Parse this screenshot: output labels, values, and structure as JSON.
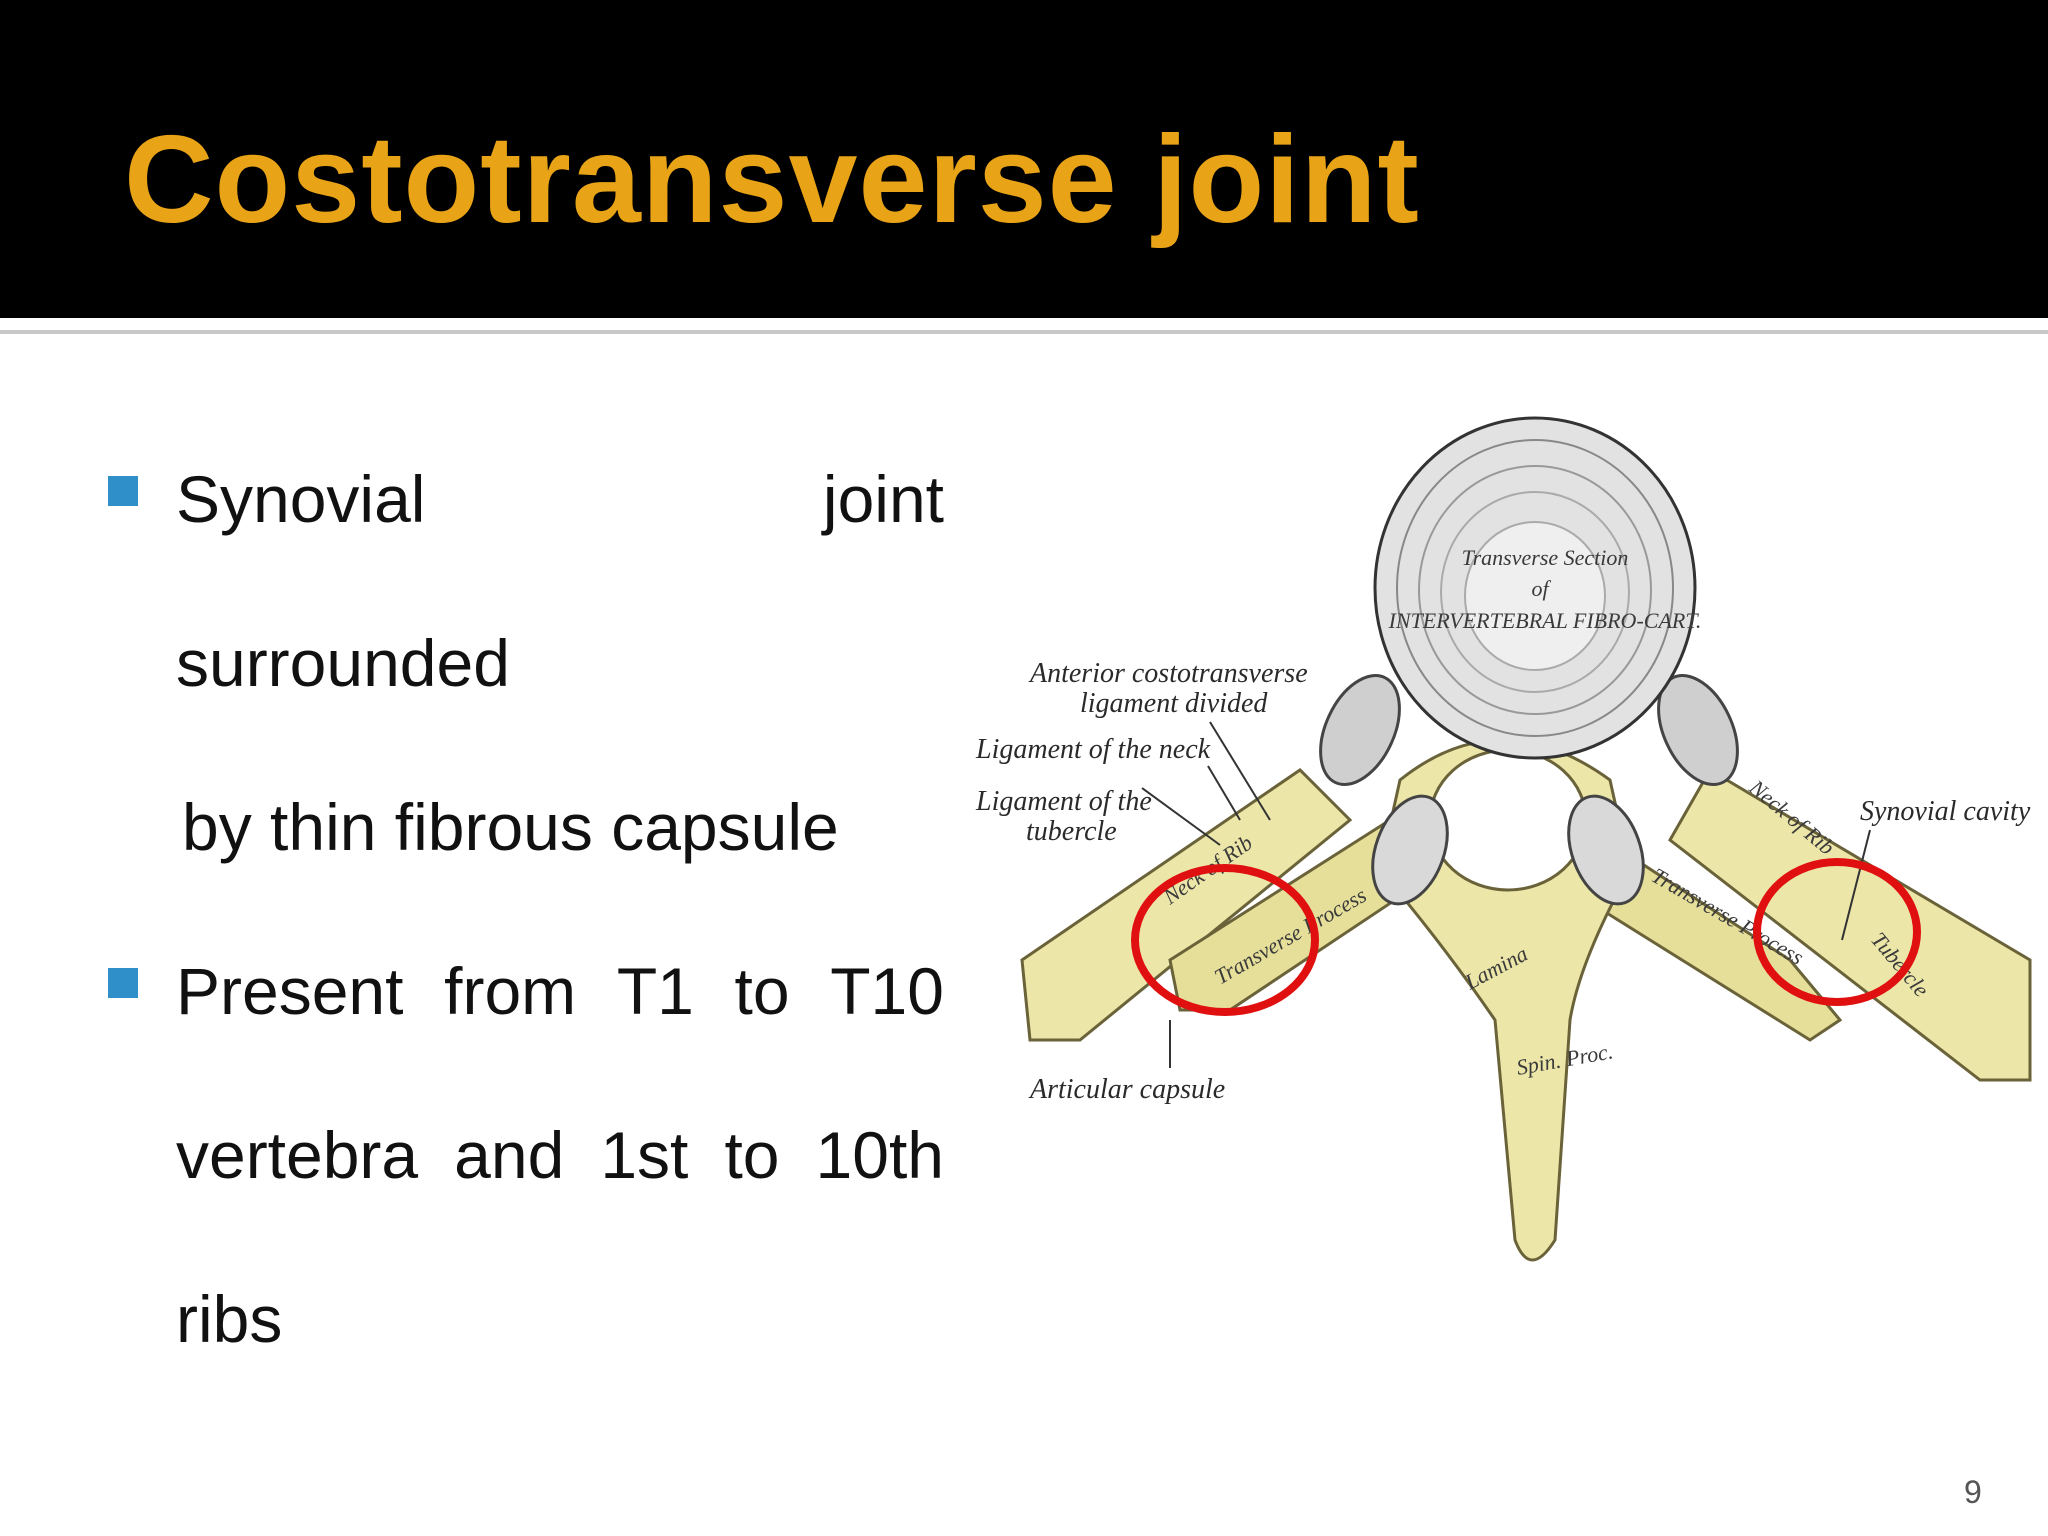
{
  "slide": {
    "title": "Costotransverse joint",
    "page_number": "9",
    "colors": {
      "title": "#e8a317",
      "header_bg": "#000000",
      "bullet": "#2f8fc8",
      "circle": "#e01010",
      "bone": "#ece6a8"
    }
  },
  "bullets": [
    {
      "lines": [
        {
          "words": [
            "Synovial",
            "joint"
          ]
        },
        {
          "text": "surrounded"
        },
        {
          "text": "by thin fibrous capsule"
        }
      ]
    },
    {
      "lines": [
        {
          "words": [
            "Present",
            "from",
            "T1",
            "to",
            "T10"
          ]
        },
        {
          "words": [
            "vertebra",
            "and",
            "1st",
            "to",
            "10th"
          ]
        },
        {
          "text": "ribs"
        }
      ]
    }
  ],
  "figure": {
    "labels": {
      "anterior_line1": "Anterior costotransverse",
      "anterior_line2": "ligament divided",
      "ligament_neck": "Ligament of the neck",
      "ligament_tubercle_line1": "Ligament of the",
      "ligament_tubercle_line2": "tubercle",
      "articular_capsule": "Articular capsule",
      "synovial_cavity": "Synovial cavity",
      "transverse_section_line1": "Transverse Section",
      "transverse_section_line2": "of",
      "transverse_section_line3": "INTERVERTEBRAL FIBRO-CART.",
      "neck_of_rib_left": "Neck of Rib",
      "transverse_process_left": "Transverse Process",
      "neck_of_rib_right": "Neck of Rib",
      "transverse_process_right": "Transverse Process",
      "tubercle_right": "Tubercle",
      "lamina": "Lamina",
      "spinous_process": "Spin. Proc."
    }
  }
}
